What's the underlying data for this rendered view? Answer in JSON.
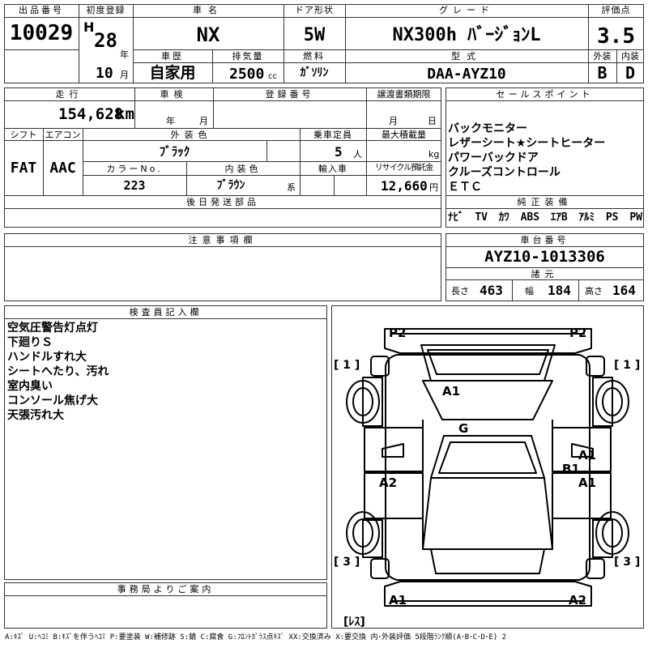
{
  "header": {
    "lot_label": "出品番号",
    "lot_number": "10029",
    "first_reg_label": "初度登録",
    "era": "H",
    "reg_year": "28",
    "year_suffix": "年",
    "reg_month": "10",
    "month_suffix": "月",
    "car_name_label": "車名",
    "car_name": "NX",
    "door_label": "ドア形状",
    "door_type": "5W",
    "grade_label": "グレード",
    "grade": "NX300h ﾊﾞｰｼﾞｮﾝL",
    "score_label": "評価点",
    "score": "3.5",
    "history_label": "車歴",
    "history": "自家用",
    "displacement_label": "排気量",
    "displacement": "2500",
    "displacement_unit": "cc",
    "fuel_label": "燃料",
    "fuel": "ｶﾞｿﾘﾝ",
    "model_label": "型式",
    "model": "DAA-AYZ10",
    "exterior_label": "外装",
    "exterior_grade": "B",
    "interior_label": "内装",
    "interior_grade": "D"
  },
  "specs": {
    "mileage_label": "走行",
    "mileage": "154,628",
    "mileage_unit": "km",
    "inspection_label": "車検",
    "inspection_year_unit": "年",
    "inspection_month_unit": "月",
    "reg_number_label": "登録番号",
    "transfer_label": "譲渡書類期限",
    "transfer_month_unit": "月",
    "transfer_day_unit": "日",
    "shift_label": "シフト",
    "shift": "FAT",
    "ac_label": "エアコン",
    "ac": "AAC",
    "exterior_color_label": "外装色",
    "exterior_color": "ﾌﾞﾗｯｸ",
    "capacity_label": "乗車定員",
    "capacity": "5",
    "capacity_unit": "人",
    "max_load_label": "最大積載量",
    "max_load_unit": "kg",
    "color_no_label": "カラーNo.",
    "color_no": "223",
    "interior_color_label": "内装色",
    "interior_color": "ﾌﾞﾗｳﾝ",
    "interior_color_suffix": "系",
    "import_label": "輸入車",
    "recycle_label": "リサイクル預託金",
    "recycle_fee": "12,660",
    "recycle_unit": "円",
    "later_parts_label": "後日発送部品"
  },
  "sales_points": {
    "label": "セールスポイント",
    "items": [
      "バックモニター",
      "レザーシート★シートヒーター",
      "パワーバックドア",
      "クルーズコントロール",
      "ＥＴＣ"
    ]
  },
  "equipment": {
    "label": "純正装備",
    "items": [
      "ﾅﾋﾞ",
      "TV",
      "ｶﾜ",
      "ABS",
      "ｴｱB",
      "ｱﾙﾐ",
      "PS",
      "PW"
    ]
  },
  "cautions": {
    "label": "注意事項欄"
  },
  "chassis": {
    "label": "車台番号",
    "number": "AYZ10-1013306",
    "dims_label": "諸元",
    "length_label": "長さ",
    "length": "463",
    "width_label": "幅",
    "width": "184",
    "height_label": "高さ",
    "height": "164"
  },
  "inspector": {
    "label": "検査員記入欄",
    "notes": [
      "空気圧警告灯点灯",
      "下廻りＳ",
      "ハンドルすれ大",
      "シートへたり、汚れ",
      "室内臭い",
      "コンソール焦げ大",
      "天張汚れ大"
    ]
  },
  "office": {
    "label": "事務局よりご案内"
  },
  "diagram": {
    "marks": {
      "p2_left": "P2",
      "p2_right": "P2",
      "a1_roof": "A1",
      "g_center": "G",
      "a1_right_upper": "A1",
      "b1_right": "B1",
      "a1_right_lower": "A1",
      "a2_left": "A2",
      "a1_bottom_left": "A1",
      "a2_bottom_right": "A2"
    },
    "brackets": {
      "tl": "[ 1 ]",
      "tr": "[ 1 ]",
      "bl": "[ 3 ]",
      "br": "[ 3 ]",
      "less": "[ﾚｽ]"
    }
  },
  "legend": "A:ｷｽﾞ U:ﾍｺﾐ B:ｷｽﾞを伴うﾍｺﾐ P:要塗装 W:補修跡 S:錆 C:腐食 G:ﾌﾛﾝﾄｶﾞﾗｽ点ｷｽﾞ XX:交換済み X:要交換  内･外装評価  5段階ﾗﾝｸ順(A･B･C･D･E) 2"
}
